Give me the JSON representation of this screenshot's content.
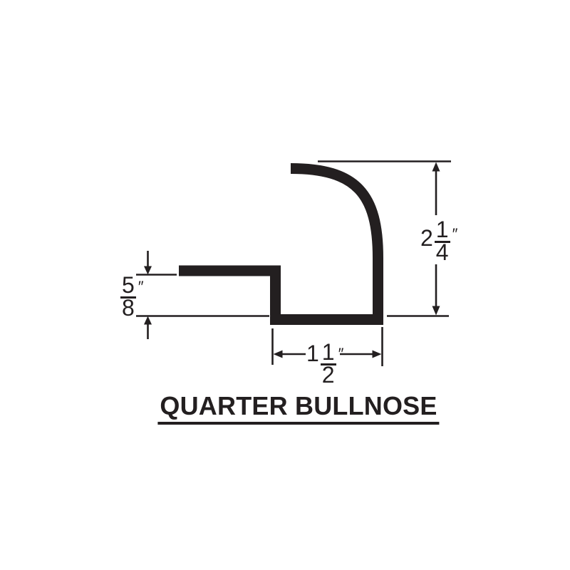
{
  "title": "QUARTER BULLNOSE",
  "diagram": {
    "ink_color": "#231f20",
    "background_color": "#ffffff"
  },
  "dimensions": {
    "height": {
      "whole": "2",
      "numerator": "1",
      "denominator": "4",
      "unit": "″"
    },
    "thickness": {
      "numerator": "5",
      "denominator": "8",
      "unit": "″"
    },
    "width": {
      "whole": "1",
      "numerator": "1",
      "denominator": "2",
      "unit": "″"
    }
  }
}
